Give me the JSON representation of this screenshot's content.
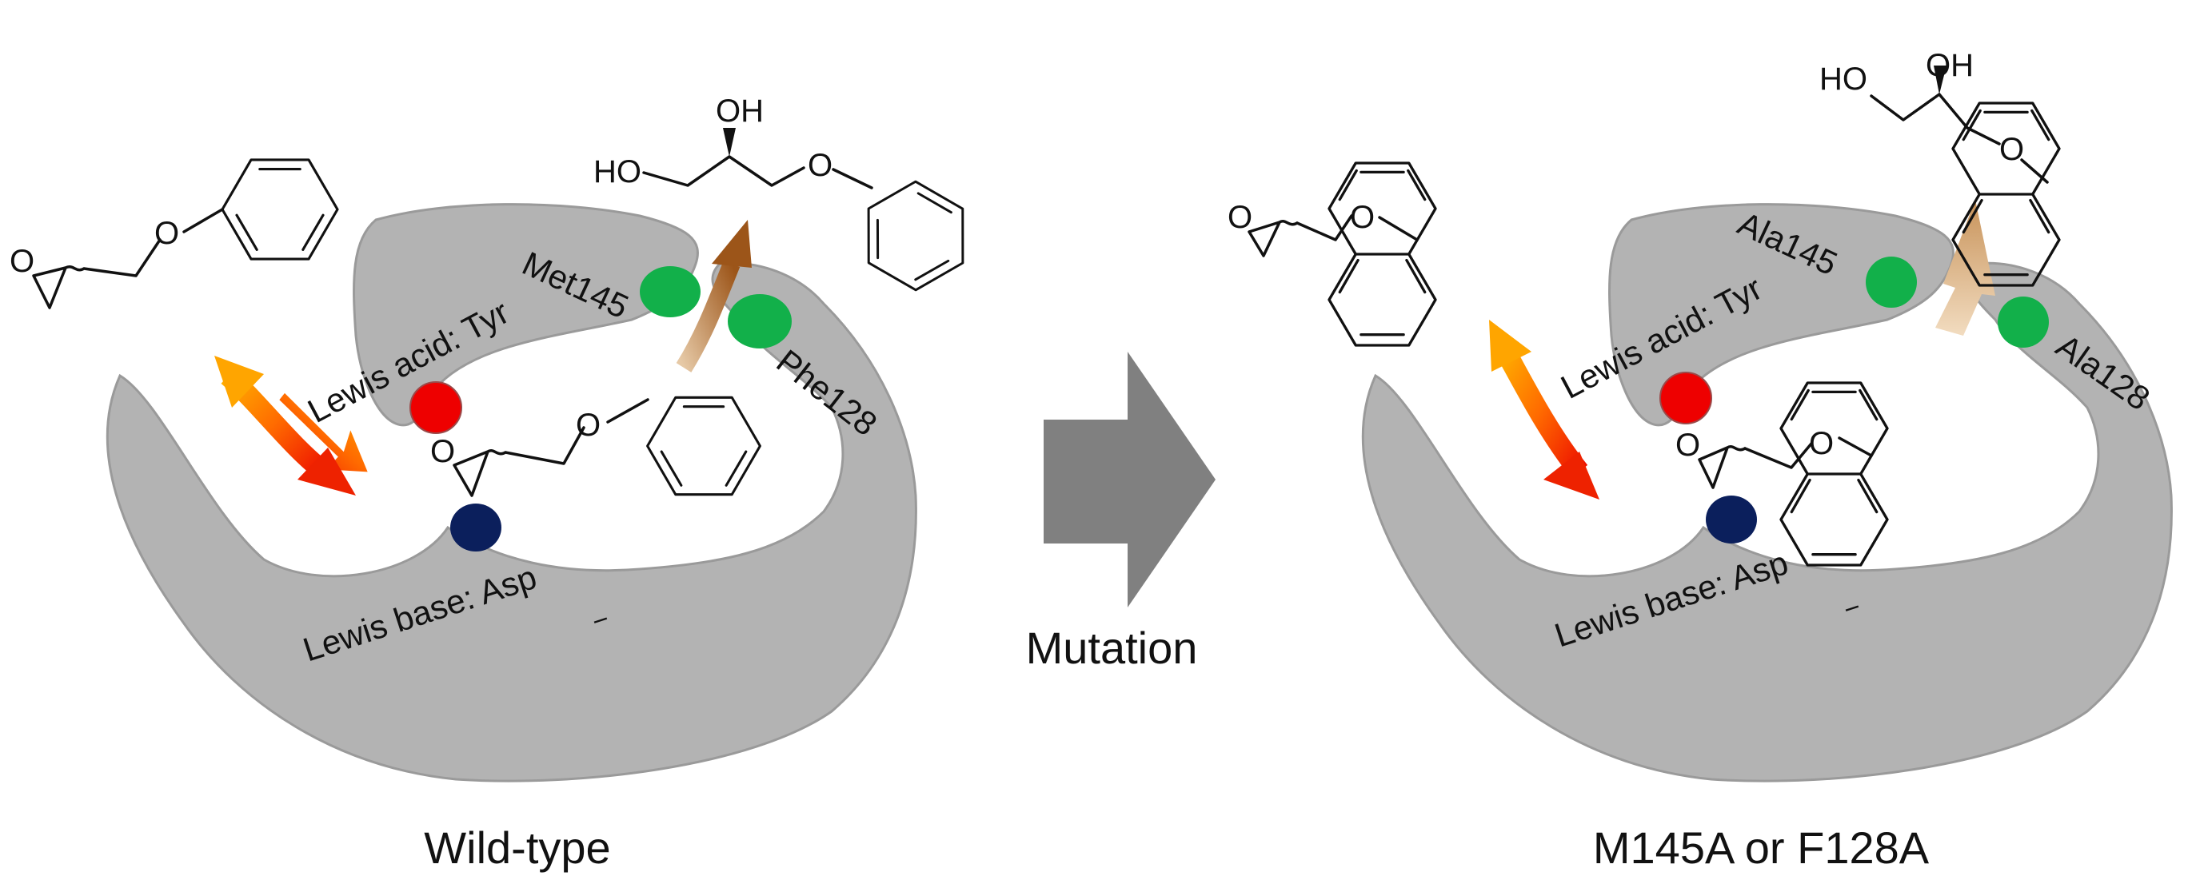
{
  "panels": {
    "left": {
      "caption": "Wild-type",
      "residues": {
        "acid": "Lewis acid: Tyr",
        "base": "Lewis base: Asp",
        "res1": "Met145",
        "res2": "Phe128"
      }
    },
    "right": {
      "caption": "M145A or F128A",
      "residues": {
        "acid": "Lewis acid: Tyr",
        "base": "Lewis base: Asp",
        "res1": "Ala145",
        "res2": "Ala128"
      }
    }
  },
  "center_arrow": {
    "label": "Mutation"
  },
  "chem": {
    "oh": "OH",
    "ho": "HO",
    "o": "O",
    "minus": "−"
  },
  "colors": {
    "protein": "#b3b3b3",
    "lewis_acid": "#ee0000",
    "lewis_base": "#0b1f5c",
    "residue": "#12b04a",
    "mutation_arrow": "#808080"
  }
}
